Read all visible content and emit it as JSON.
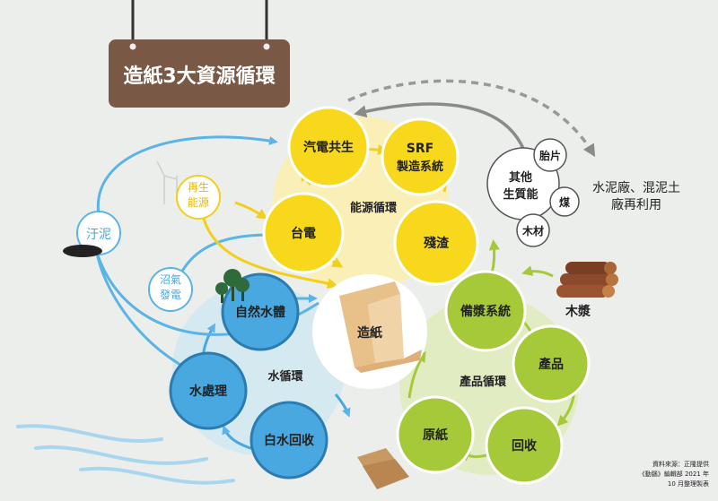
{
  "title": "造紙3大資源循環",
  "center_label": "造紙",
  "energy": {
    "cycle_label": "能源循環",
    "nodes": [
      "汽電共生",
      "SRF",
      "製造系統",
      "殘渣",
      "台電"
    ],
    "color": "#f5d61f"
  },
  "water": {
    "cycle_label": "水循環",
    "nodes": [
      "自然水體",
      "水處理",
      "白水回收"
    ],
    "color": "#4aa8e0"
  },
  "product": {
    "cycle_label": "產品循環",
    "nodes": [
      "備漿系統",
      "產品",
      "回收",
      "原紙"
    ],
    "color": "#a6c93a"
  },
  "side_labels": {
    "sludge": "汙泥",
    "renewable_1": "再生",
    "renewable_2": "能源",
    "biogas_1": "沼氣",
    "biogas_2": "發電",
    "wood_pulp": "木漿",
    "cement_1": "水泥廠、混泥土",
    "cement_2": "廠再利用"
  },
  "biomass": {
    "label_1": "其他",
    "label_2": "生質能",
    "items": [
      "胎片",
      "煤",
      "木材"
    ]
  },
  "source_note": {
    "line1": "資料來源：正隆提供",
    "line2": "《動腦》編輯部 2021 年",
    "line3": "10 月整理製表"
  }
}
